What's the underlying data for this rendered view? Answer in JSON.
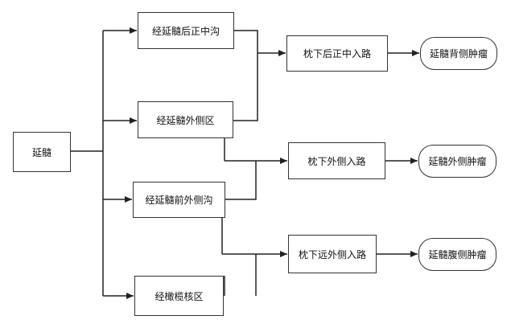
{
  "nodes": {
    "origin": "延髓",
    "route1": "经延髓后正中沟",
    "route2": "经延髓外侧区",
    "route3": "经延髓前外侧沟",
    "route4": "经橄榄核区",
    "approach1": "枕下后正中入路",
    "approach2": "枕下外侧入路",
    "approach3": "枕下远外侧入路",
    "tumor1": "延髓背侧肿瘤",
    "tumor2": "延髓外侧肿瘤",
    "tumor3": "延髓腹侧肿瘤"
  }
}
